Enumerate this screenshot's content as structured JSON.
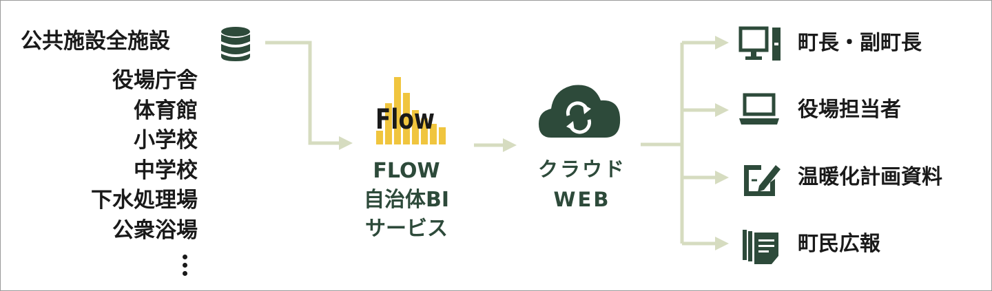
{
  "source": {
    "title": "公共施設全施設",
    "icon": "database-icon",
    "items": [
      "役場庁舎",
      "体育館",
      "小学校",
      "中学校",
      "下水処理場",
      "公衆浴場"
    ],
    "more_icon": "vertical-ellipsis-icon"
  },
  "service": {
    "logo_text": "Flow",
    "label_lines": [
      "FLOW",
      "自治体BI",
      "サービス"
    ]
  },
  "cloud": {
    "icon": "cloud-sync-icon",
    "label_lines": [
      "クラウド",
      "WEB"
    ]
  },
  "outputs": [
    {
      "label": "町長・副町長",
      "icon": "desktop-computer-icon"
    },
    {
      "label": "役場担当者",
      "icon": "laptop-icon"
    },
    {
      "label": "温暖化計画資料",
      "icon": "edit-document-icon"
    },
    {
      "label": "町民広報",
      "icon": "documents-icon"
    }
  ],
  "colors": {
    "icon_dark_green": "#2d4a3a",
    "arrow_light_green": "#d6dcc0",
    "logo_yellow": "#f0c53e",
    "text": "#1a1a1a"
  }
}
